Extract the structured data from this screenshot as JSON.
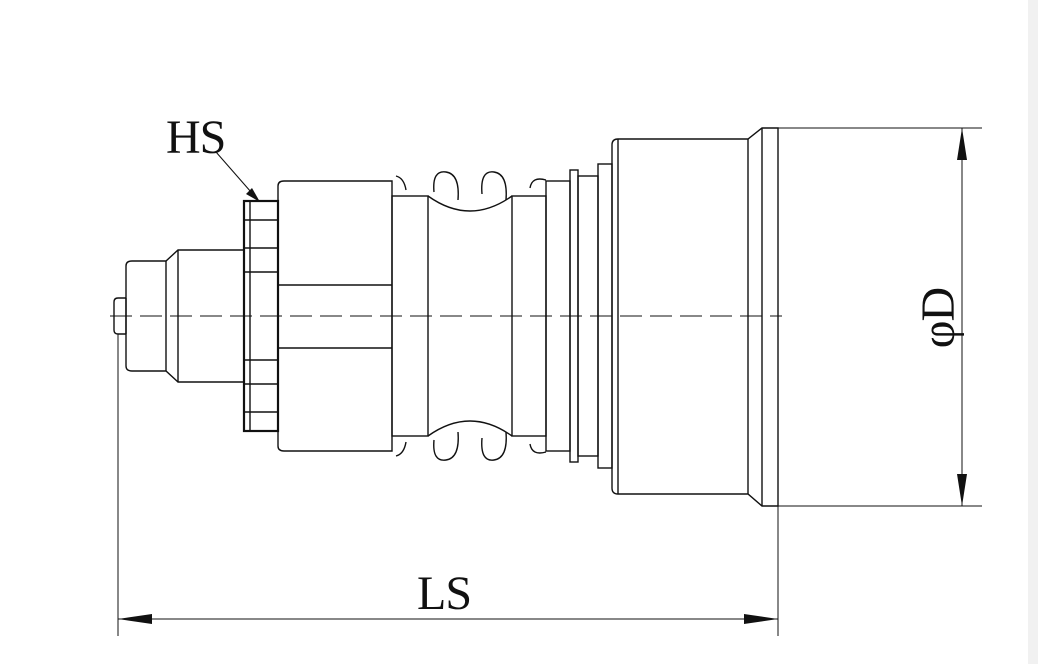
{
  "labels": {
    "hex": "HS",
    "length": "LS",
    "diameter": "D",
    "diameter_symbol": "φ"
  },
  "colors": {
    "line": "#111111",
    "background": "#ffffff"
  }
}
